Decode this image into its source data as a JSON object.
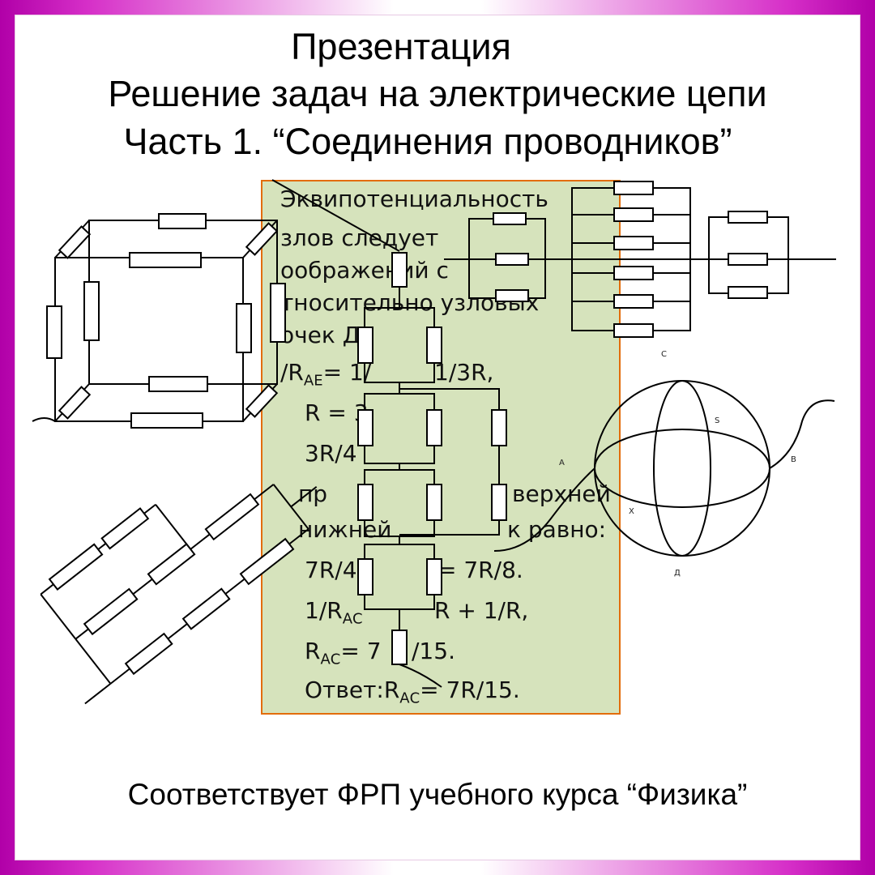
{
  "slide": {
    "title_line1": "Презентация",
    "title_line2": "Решение задач на электрические цепи",
    "title_line3": "Часть 1. “Соединения проводников”",
    "footer": "Соответствует ФРП учебного курса “Физика”"
  },
  "solution": {
    "lines": [
      "Эквипотенциальность",
      "злов  следует",
      "оображений  с",
      "тносительно  узловых",
      "очек  Д",
      "/R",
      "R = 3",
      "3R/4",
      "пр",
      "верхней",
      "нижней",
      "к  равно:",
      "7R/4",
      "= 7R/8.",
      "1/R",
      "R + 1/R,",
      "R",
      "= 7",
      "/15.",
      "Ответ:R",
      "= 7R/15."
    ],
    "subs": {
      "AE": "АЕ",
      "AC": "АС"
    },
    "frag_eq": "= 1/",
    "frag_r3": "1/3R,"
  },
  "sphere_labels": {
    "c": "С",
    "s": "S",
    "a": "А",
    "b": "В",
    "x": "Х",
    "d": "Д"
  },
  "colors": {
    "frame_magenta": "#b100a8",
    "panel_green": "#d6e3bc",
    "panel_border": "#e36c0a"
  }
}
